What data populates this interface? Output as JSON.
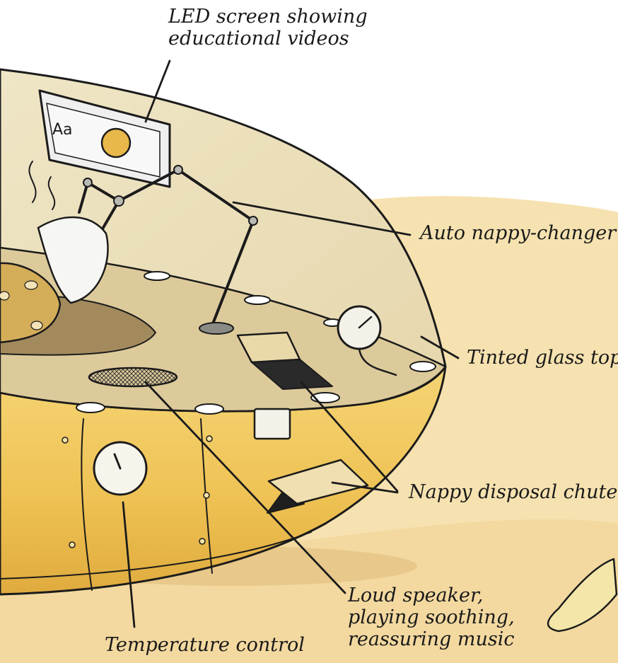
{
  "labels": {
    "led_screen": [
      "LED screen showing",
      "educational videos"
    ],
    "auto_nappy_changer": "Auto nappy-changer",
    "tinted_glass_top": "Tinted glass top",
    "nappy_disposal_chute": "Nappy disposal chute",
    "loud_speaker": [
      "Loud speaker,",
      "playing soothing,",
      "reassuring music"
    ],
    "temperature_control": "Temperature control"
  },
  "screen_text": "Aa",
  "colors": {
    "background": "#ffffff",
    "sand": "#f6e2b0",
    "dome_glass": "#ece0bf",
    "floor": "#dcc99a",
    "hull": "#f0c95c",
    "ink": "#1b1b1b"
  }
}
